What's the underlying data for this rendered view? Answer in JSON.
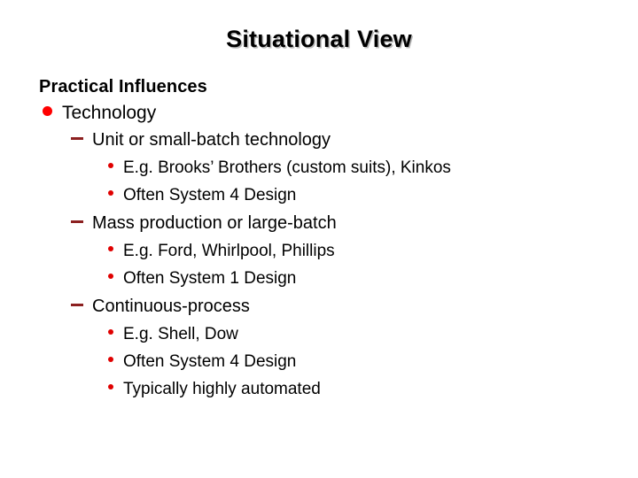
{
  "slide": {
    "title": "Situational View",
    "title_color": "#000000",
    "title_shadow_color": "#b8b8b8",
    "background_color": "#ffffff",
    "bullet_level1_color": "#ff0000",
    "bullet_level2_color": "#8c2020",
    "bullet_level3_color": "#e00000",
    "body": [
      {
        "level": 0,
        "text": "Practical Influences",
        "bullet": "none"
      },
      {
        "level": 1,
        "text": "Technology",
        "bullet": "red-disc"
      },
      {
        "level": 2,
        "text": "Unit or small-batch technology",
        "bullet": "maroon-dash"
      },
      {
        "level": 3,
        "text": "E.g. Brooks’ Brothers (custom suits), Kinkos",
        "bullet": "red-dot"
      },
      {
        "level": 3,
        "text": "Often System 4 Design",
        "bullet": "red-dot"
      },
      {
        "level": 2,
        "text": "Mass production or large-batch",
        "bullet": "maroon-dash"
      },
      {
        "level": 3,
        "text": "E.g. Ford, Whirlpool, Phillips",
        "bullet": "red-dot"
      },
      {
        "level": 3,
        "text": "Often System 1 Design",
        "bullet": "red-dot"
      },
      {
        "level": 2,
        "text": "Continuous-process",
        "bullet": "maroon-dash"
      },
      {
        "level": 3,
        "text": "E.g. Shell, Dow",
        "bullet": "red-dot"
      },
      {
        "level": 3,
        "text": "Often System 4 Design",
        "bullet": "red-dot"
      },
      {
        "level": 3,
        "text": "Typically highly automated",
        "bullet": "red-dot"
      }
    ]
  }
}
